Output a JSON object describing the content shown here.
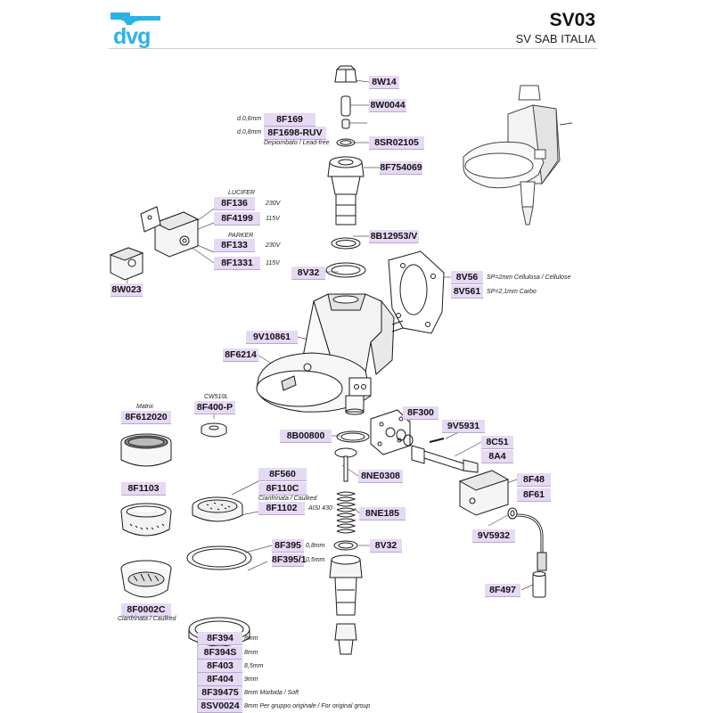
{
  "header": {
    "logo_text": "dvg",
    "title": "SV03",
    "subtitle": "SV SAB ITALIA",
    "brand_color": "#2bb3e6",
    "label_color": "#e6d9f4"
  },
  "parts": [
    {
      "id": "8W14",
      "label": "8W14"
    },
    {
      "id": "8W0044",
      "label": "8W0044"
    },
    {
      "id": "8F169",
      "label": "8F169"
    },
    {
      "id": "8F1698-RUV",
      "label": "8F1698-RUV"
    },
    {
      "id": "8SR02105",
      "label": "8SR02105"
    },
    {
      "id": "8F754069",
      "label": "8F754069"
    },
    {
      "id": "8F136",
      "label": "8F136"
    },
    {
      "id": "8F4199",
      "label": "8F4199"
    },
    {
      "id": "8F133",
      "label": "8F133"
    },
    {
      "id": "8F1331",
      "label": "8F1331"
    },
    {
      "id": "8B12953/V",
      "label": "8B12953/V"
    },
    {
      "id": "8W023",
      "label": "8W023"
    },
    {
      "id": "8V32-top",
      "label": "8V32"
    },
    {
      "id": "8V56",
      "label": "8V56"
    },
    {
      "id": "8V561",
      "label": "8V561"
    },
    {
      "id": "9V10861",
      "label": "9V10861"
    },
    {
      "id": "8F6214",
      "label": "8F6214"
    },
    {
      "id": "8F400-P",
      "label": "8F400-P"
    },
    {
      "id": "8F612020",
      "label": "8F612020"
    },
    {
      "id": "8F300",
      "label": "8F300"
    },
    {
      "id": "9V5931",
      "label": "9V5931"
    },
    {
      "id": "8B00800",
      "label": "8B00800"
    },
    {
      "id": "8C51",
      "label": "8C51"
    },
    {
      "id": "8A4",
      "label": "8A4"
    },
    {
      "id": "8F560",
      "label": "8F560"
    },
    {
      "id": "8NE0308",
      "label": "8NE0308"
    },
    {
      "id": "8F110C",
      "label": "8F110C"
    },
    {
      "id": "8F1103",
      "label": "8F1103"
    },
    {
      "id": "8F48",
      "label": "8F48"
    },
    {
      "id": "8F61",
      "label": "8F61"
    },
    {
      "id": "8F1102",
      "label": "8F1102"
    },
    {
      "id": "8NE185",
      "label": "8NE185"
    },
    {
      "id": "9V5932",
      "label": "9V5932"
    },
    {
      "id": "8F395",
      "label": "8F395"
    },
    {
      "id": "8V32-bottom",
      "label": "8V32"
    },
    {
      "id": "8F395/1",
      "label": "8F395/1"
    },
    {
      "id": "8F497",
      "label": "8F497"
    },
    {
      "id": "8F0002C",
      "label": "8F0002C"
    },
    {
      "id": "8F394",
      "label": "8F394"
    },
    {
      "id": "8F394S",
      "label": "8F394S"
    },
    {
      "id": "8F403",
      "label": "8F403"
    },
    {
      "id": "8F404",
      "label": "8F404"
    },
    {
      "id": "8F39475",
      "label": "8F39475"
    },
    {
      "id": "8SV0024",
      "label": "8SV0024"
    }
  ],
  "notes": {
    "d06": "d.0,6mm",
    "d08": "d.0,8mm",
    "lead_free": "Depiombato / Lead-free",
    "lucifer": "LUCIFER",
    "parker": "PARKER",
    "v230a": "230V",
    "v115a": "115V",
    "v230b": "230V",
    "v115b": "115V",
    "sp2": "SP=2mm Cellulosa / Cellulose",
    "sp21": "SP=2,1mm  Carbo",
    "cw510l": "CW510L",
    "matrix": "Matrix",
    "cianfrinata1": "Cianfrinata / Caulked",
    "aisi430": "AISI 430",
    "mm08": "0,8mm",
    "mm05": "0,5mm",
    "cianfrinata2": "Cianfrinata / Caulked",
    "s8mm_a": "8mm",
    "s8mm_b": "8mm",
    "s85mm": "8,5mm",
    "s9mm": "9mm",
    "soft": "8mm Morbida / Soft",
    "original": "8mm Per gruppo originale / For original group"
  }
}
